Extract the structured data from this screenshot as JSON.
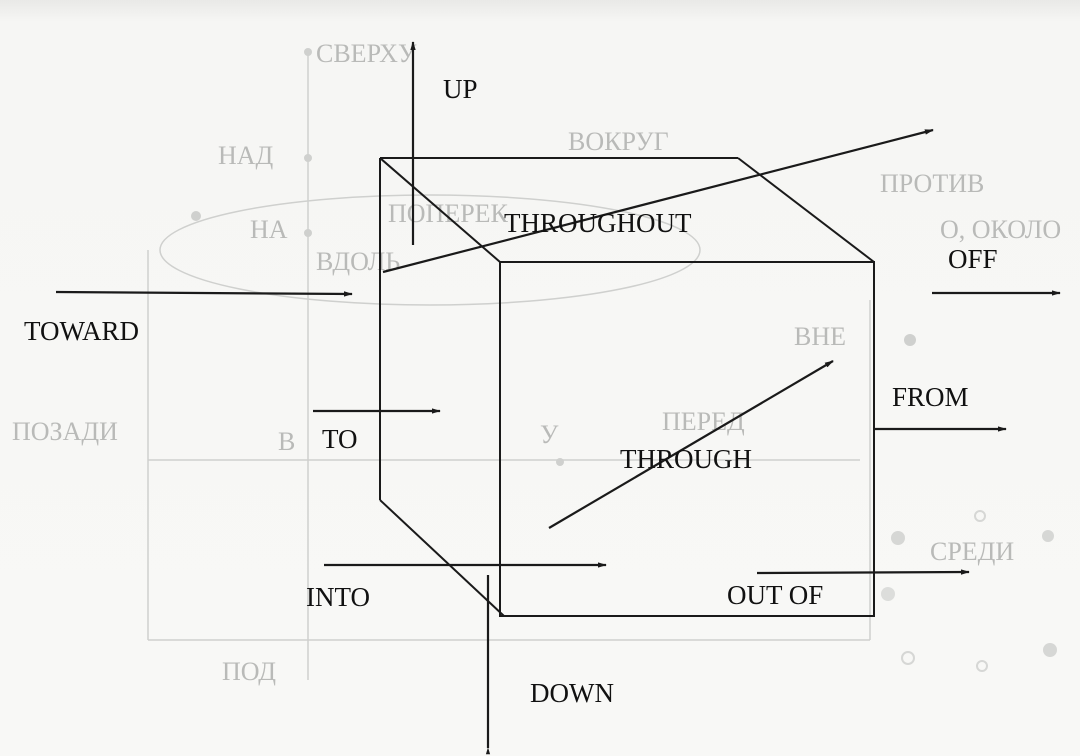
{
  "labels": {
    "up": "UP",
    "throughout": "THROUGHOUT",
    "off": "OFF",
    "toward": "TOWARD",
    "from": "FROM",
    "to": "TO",
    "through": "THROUGH",
    "into": "INTO",
    "out_of": "OUT OF",
    "down": "DOWN"
  },
  "bleed_through": {
    "sverkhu": "СВЕРХУ",
    "vokrug": "ВОКРУГ",
    "nad": "НАД",
    "protiv": "ПРОТИВ",
    "na": "НА",
    "okolo": "О, ОКОЛО",
    "poperek": "ПОПЕРЕК",
    "vdol": "ВДОЛЬ",
    "vne": "ВНЕ",
    "pered": "ПЕРЕД",
    "u": "У",
    "v": "В",
    "pozadi": "ПОЗАДИ",
    "sredi": "СРЕДИ",
    "pod": "ПОД"
  },
  "colors": {
    "ink": "#1a1a1a",
    "paper": "#f8f8f6",
    "bleed": "#b9bab8"
  }
}
